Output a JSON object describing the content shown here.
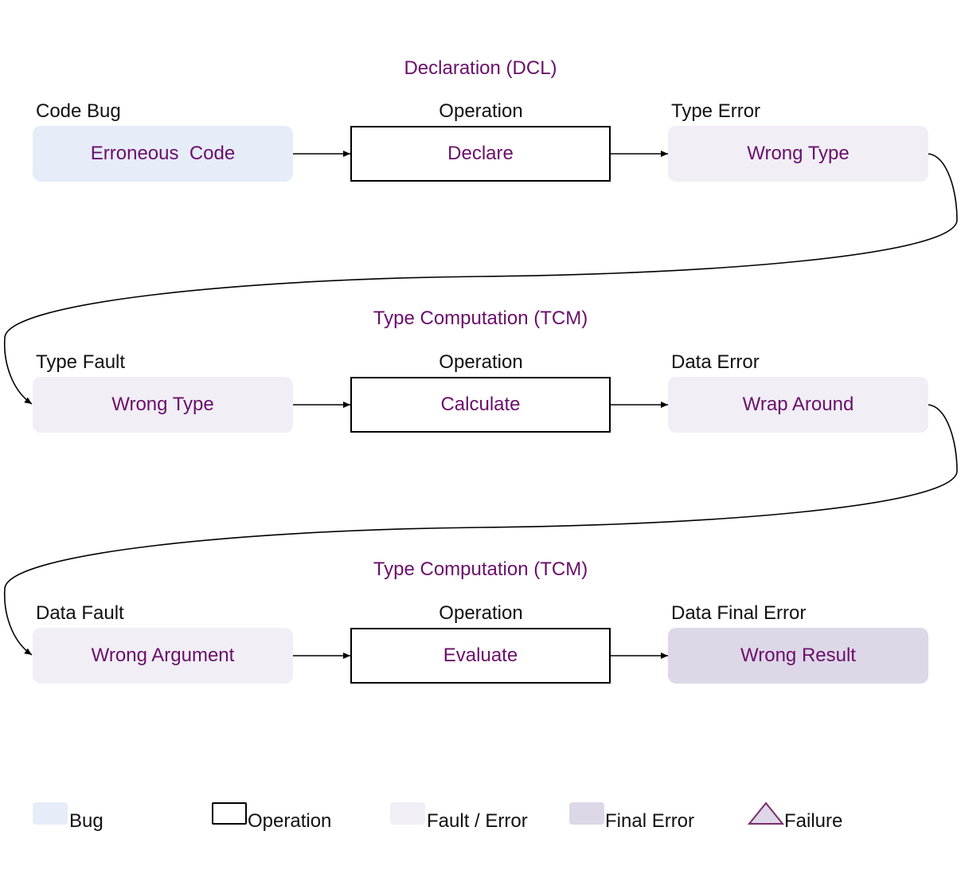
{
  "phases": [
    {
      "title": "Declaration (DCL)",
      "captions": {
        "left": "Code Bug",
        "middle": "Operation",
        "right": "Type Error"
      },
      "boxes": {
        "left": "Erroneous  Code",
        "middle": "Declare",
        "right": "Wrong Type"
      }
    },
    {
      "title": "Type Computation (TCM)",
      "captions": {
        "left": "Type Fault",
        "middle": "Operation",
        "right": "Data Error"
      },
      "boxes": {
        "left": "Wrong Type",
        "middle": "Calculate",
        "right": "Wrap Around"
      }
    },
    {
      "title": "Type Computation (TCM)",
      "captions": {
        "left": "Data Fault",
        "middle": "Operation",
        "right": "Data Final Error"
      },
      "boxes": {
        "left": "Wrong Argument",
        "middle": "Evaluate",
        "right": "Wrong Result"
      }
    }
  ],
  "legend": {
    "bug": "Bug",
    "operation": "Operation",
    "fault_error": "Fault / Error",
    "final_error": "Final Error",
    "failure": "Failure"
  },
  "colors": {
    "accent_text": "#6a0f6a",
    "bug_fill": "#e6ecf8",
    "fault_fill": "#f1eef6",
    "final_fill": "#ddd7e7",
    "failure_fill": "#ddd7e7",
    "failure_stroke": "#7a2e6e"
  }
}
